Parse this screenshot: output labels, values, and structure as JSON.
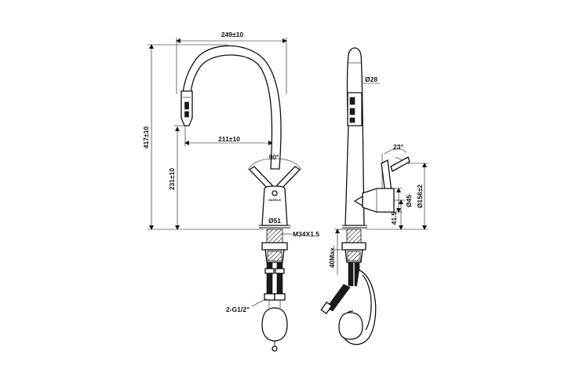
{
  "brand_label": "HAFELE",
  "front_view": {
    "overall_width": "249±10",
    "overall_height": "417±10",
    "spout_reach": "211±10",
    "outlet_height": "231±10",
    "lever_angle": "90°",
    "base_diameter": "Ø51",
    "thread": "M34X1.5",
    "inlet_hoses": "2-G1/2\""
  },
  "side_view": {
    "spout_diameter": "Ø28",
    "lever_angle": "23°",
    "lever_height": "Ø156±2",
    "handle_diameter": "Ø45",
    "handle_height": "41.5",
    "deck_thickness": "40Max."
  }
}
